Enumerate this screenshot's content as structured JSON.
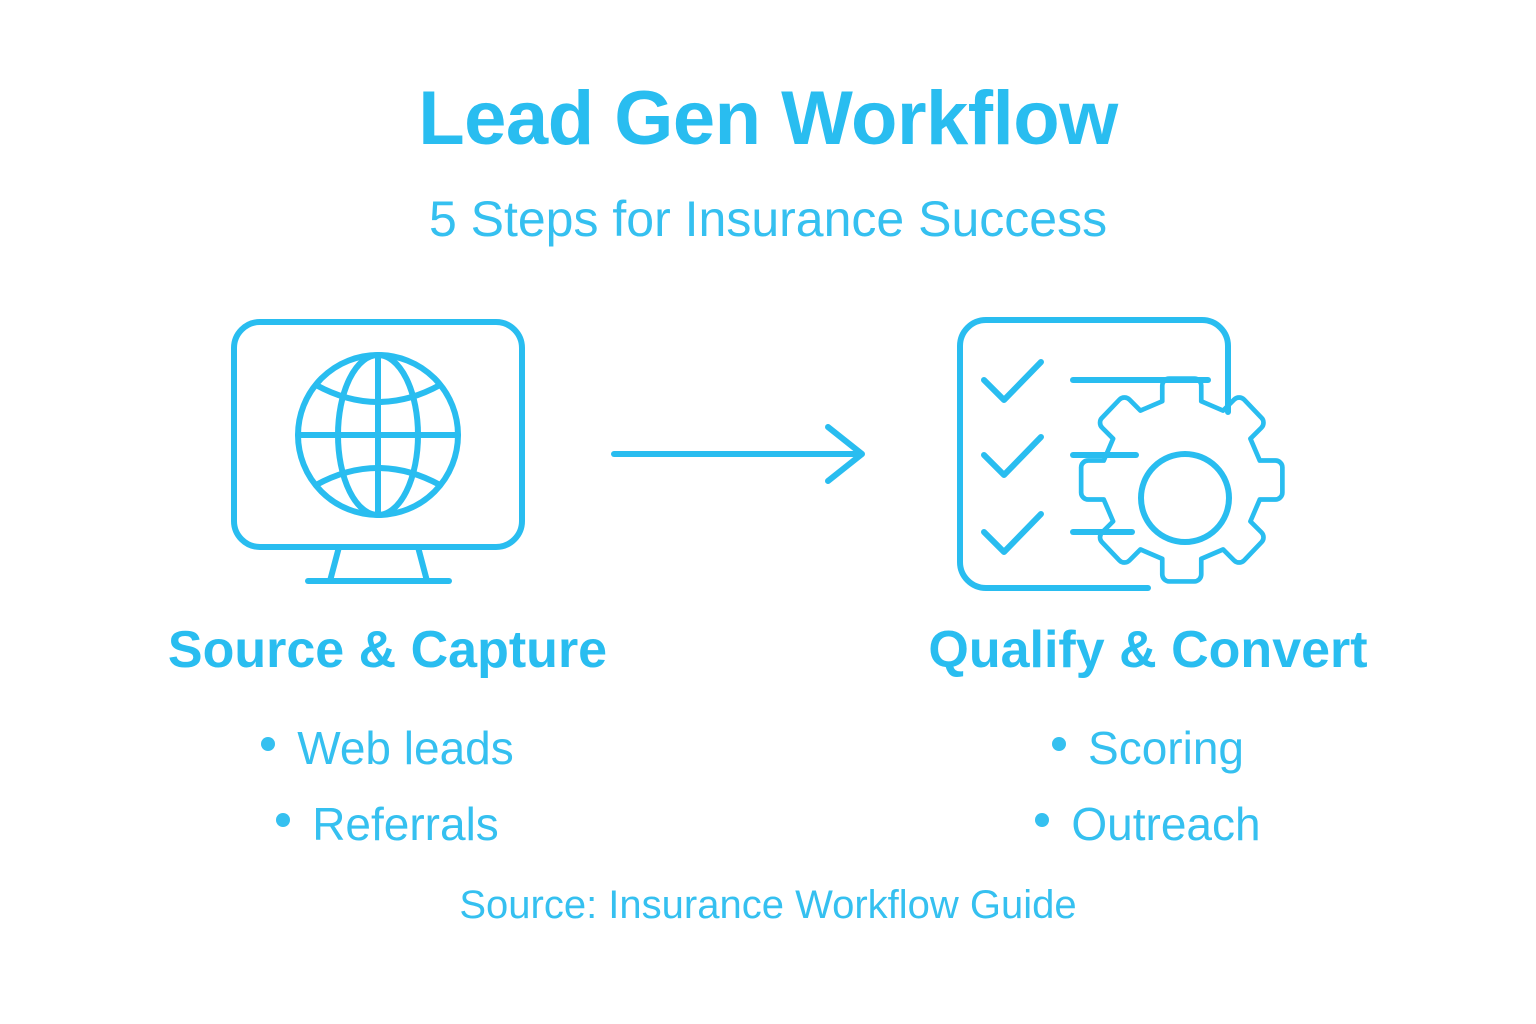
{
  "theme": {
    "background": "#ffffff",
    "accent": "#29BDF0",
    "accent_light": "#35C0F0",
    "stroke_width": 6
  },
  "header": {
    "title": "Lead Gen Workflow",
    "subtitle": "5 Steps for Insurance Success"
  },
  "flow": {
    "connector_icon": "arrow-right-icon",
    "steps": [
      {
        "id": "source-capture",
        "icon": "monitor-globe-icon",
        "heading": "Source & Capture",
        "bullets": [
          "Web leads",
          "Referrals"
        ]
      },
      {
        "id": "qualify-convert",
        "icon": "checklist-gear-icon",
        "heading": "Qualify & Convert",
        "bullets": [
          "Scoring",
          "Outreach"
        ]
      }
    ]
  },
  "footer": {
    "source": "Source: Insurance Workflow Guide"
  }
}
